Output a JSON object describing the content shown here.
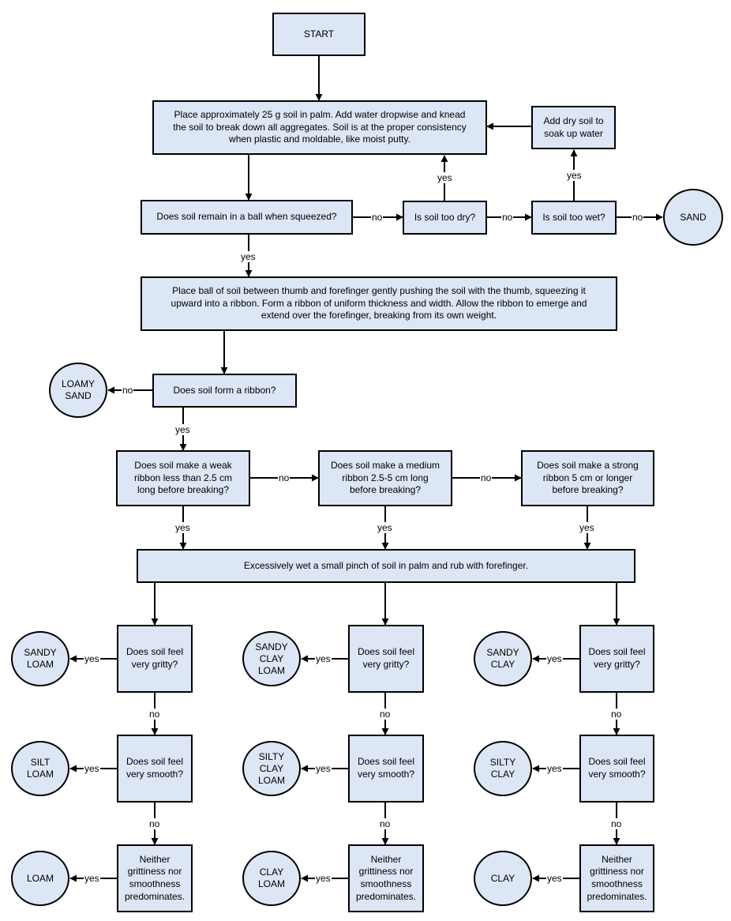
{
  "nodes": {
    "start": "START",
    "prepare": "Place approximately 25 g soil in palm. Add water dropwise and knead\nthe soil to break down all aggregates. Soil is at the proper consistency\nwhen plastic and moldable, like moist putty.",
    "add_dry": "Add dry soil to\nsoak up water",
    "ball_q": "Does soil remain in a ball when squeezed?",
    "too_dry_q": "Is soil too dry?",
    "too_wet_q": "Is soil too wet?",
    "ribbon_instr": "Place ball of soil between thumb and forefinger gently pushing the soil with the thumb, squeezing it\nupward into a ribbon. Form a ribbon of uniform thickness and width. Allow the ribbon to emerge and\nextend over the forefinger, breaking from its own weight.",
    "ribbon_q": "Does soil form a ribbon?",
    "weak_q": "Does soil make a weak\nribbon less than 2.5 cm\nlong before breaking?",
    "medium_q": "Does soil make a medium\nribbon 2.5-5 cm long\nbefore breaking?",
    "strong_q": "Does soil make a strong\nribbon 5 cm or longer\nbefore breaking?",
    "wet_instr": "Excessively wet a small pinch of soil in palm and rub with forefinger.",
    "gritty_q": "Does soil feel\nvery gritty?",
    "smooth_q": "Does soil feel\nvery smooth?",
    "neither": "Neither\ngrittiness nor\nsmoothness\npredominates."
  },
  "results": {
    "sand": "SAND",
    "loamy_sand": "LOAMY\nSAND",
    "sandy_loam": "SANDY\nLOAM",
    "silt_loam": "SILT\nLOAM",
    "loam": "LOAM",
    "sandy_clay_loam": "SANDY\nCLAY\nLOAM",
    "silty_clay_loam": "SILTY\nCLAY\nLOAM",
    "clay_loam": "CLAY\nLOAM",
    "sandy_clay": "SANDY\nCLAY",
    "silty_clay": "SILTY\nCLAY",
    "clay": "CLAY"
  },
  "edge_labels": {
    "yes": "yes",
    "no": "no"
  },
  "colors": {
    "fill": "#dce6f4",
    "stroke": "#000000"
  }
}
